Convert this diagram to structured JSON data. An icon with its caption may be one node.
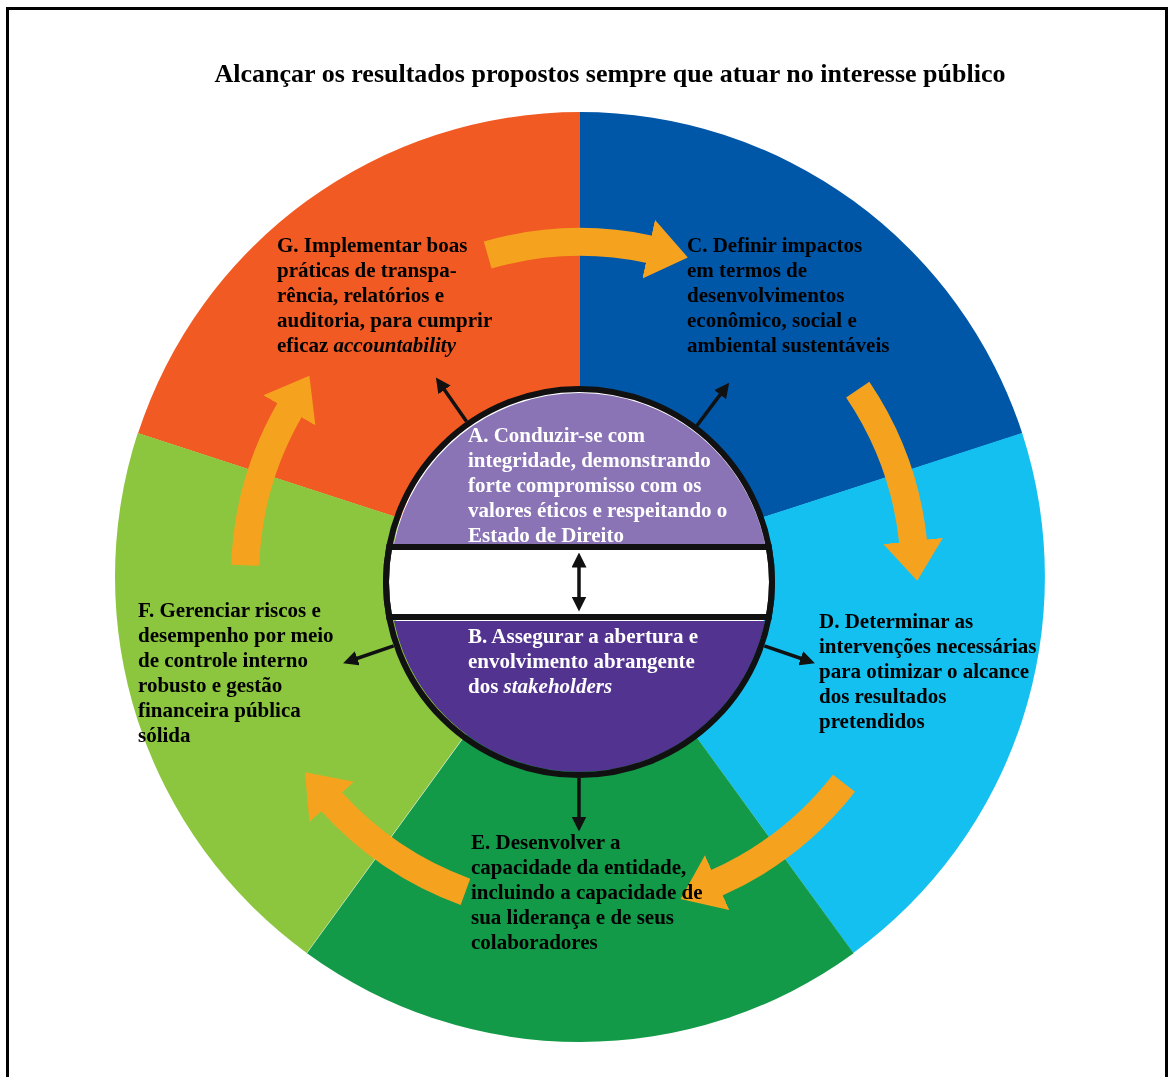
{
  "diagram": {
    "title": "Alcançar os resultados propostos sempre que atuar no interesse público",
    "nodes": [
      {
        "text": [
          "G. Implementar boas práticas de transpa-rência, relatórios e auditoria, para cumprir eficaz *accountability*"
        ]
      },
      {
        "text": [
          "C. Definir impactos em termos de desenvolvimentos econômico, social e ambiental sustentáveis"
        ]
      },
      {
        "text": [
          "A. Conduzir-se com integridade, demonstrando forte compromisso com os valores éticos e respeitando o Estado de Direito"
        ]
      },
      {
        "text": [
          "B. Assegurar a abertura e envolvimento abrangente dos *stakeholders*"
        ]
      },
      {
        "text": [
          "F. Gerenciar riscos e desempenho por meio de controle interno robusto e gestão financeira pública sólida"
        ]
      },
      {
        "text": [
          "D. Determinar as intervenções necessárias para otimizar o alcance dos resultados pretendidos"
        ]
      },
      {
        "text": [
          "E. Desenvolver a capacidade da entidade, incluindo a capacidade de sua liderança e de seus colaboradores"
        ]
      }
    ],
    "edges": [
      {
        "from": 0,
        "to": 1,
        "arrow": "to",
        "style": "thick",
        "color": "#f5a31f"
      },
      {
        "from": 1,
        "to": 5,
        "arrow": "to",
        "style": "thick",
        "color": "#f5a31f"
      },
      {
        "from": 5,
        "to": 6,
        "arrow": "to",
        "style": "thick",
        "color": "#f5a31f"
      },
      {
        "from": 6,
        "to": 4,
        "arrow": "to",
        "style": "thick",
        "color": "#f5a31f"
      },
      {
        "from": 4,
        "to": 0,
        "arrow": "to",
        "style": "thick",
        "color": "#f5a31f"
      },
      {
        "from": 2,
        "to": 0,
        "arrow": "to"
      },
      {
        "from": 2,
        "to": 1,
        "arrow": "to"
      },
      {
        "from": 2,
        "to": 3,
        "arrow": "both"
      },
      {
        "from": 3,
        "to": 5,
        "arrow": "to"
      },
      {
        "from": 3,
        "to": 6,
        "arrow": "to"
      },
      {
        "from": 3,
        "to": 4,
        "arrow": "to"
      }
    ]
  }
}
